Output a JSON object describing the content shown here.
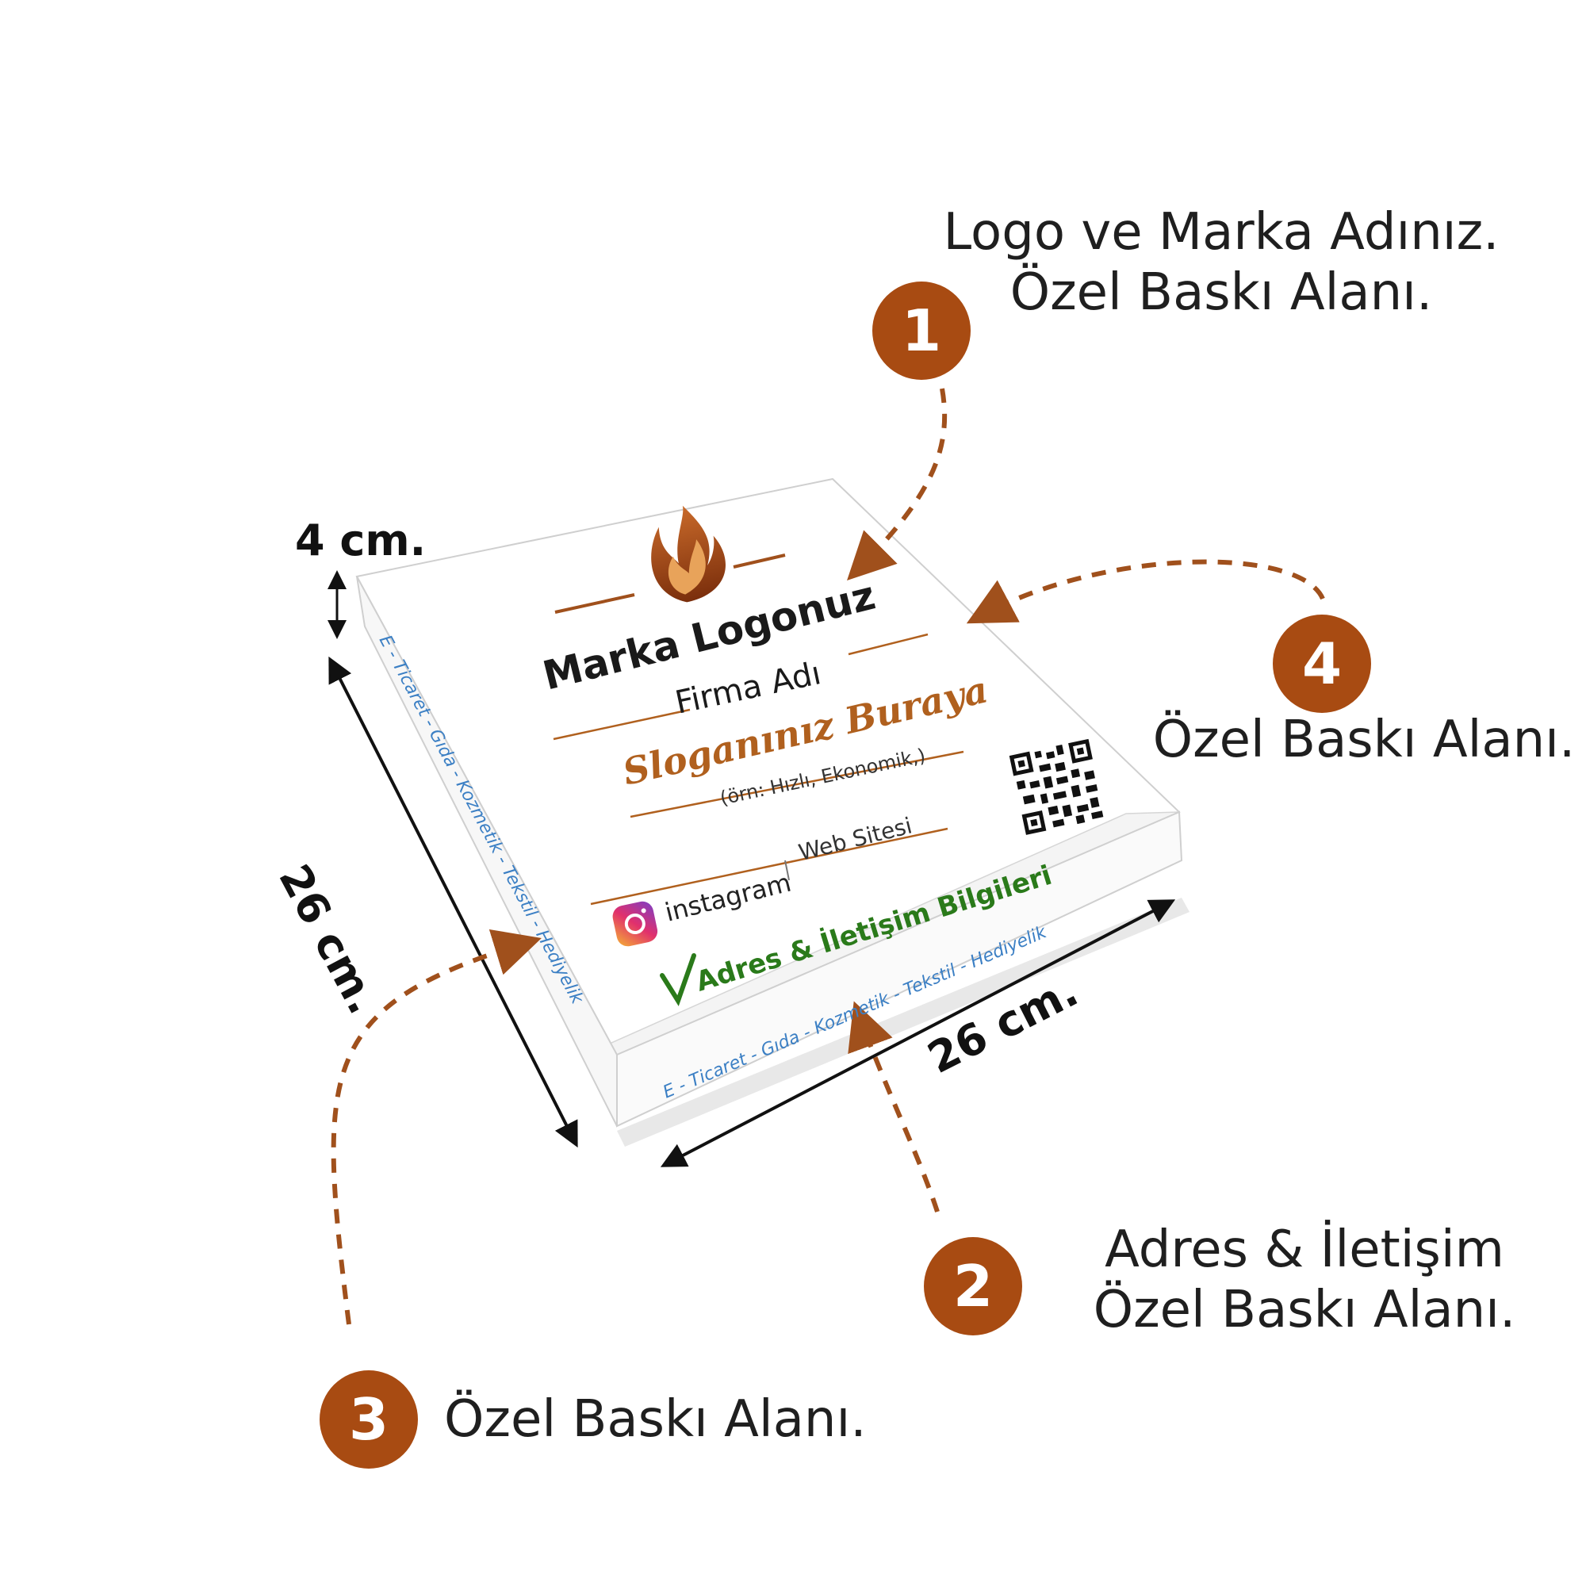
{
  "callouts": {
    "c1": {
      "number": "1",
      "line1": "Logo ve Marka Adınız.",
      "line2": "Özel Baskı Alanı."
    },
    "c2": {
      "number": "2",
      "line1": "Adres & İletişim",
      "line2": "Özel Baskı Alanı."
    },
    "c3": {
      "number": "3",
      "line1": "Özel Baskı Alanı."
    },
    "c4": {
      "number": "4",
      "line1": "Özel Baskı Alanı."
    }
  },
  "dimensions": {
    "height": "4 cm.",
    "depth": "26 cm.",
    "width": "26 cm."
  },
  "box": {
    "logo_text": "Marka Logonuz",
    "company": "Firma Adı",
    "slogan": "Sloganınız Buraya",
    "slogan_example": "(örn: Hızlı, Ekonomik,)",
    "web": "Web Sitesi",
    "instagram": "instagram",
    "contact": "Adres & İletişim Bilgileri",
    "side_front": "E - Ticaret  -  Gıda  -  Kozmetik  -  Tekstil  -  Hediyelik",
    "side_left": "E - Ticaret  -  Gıda  -  Kozmetik  -  Tekstil  -  Hediyelik"
  },
  "colors": {
    "accent": "#a84b12",
    "arrow": "#a0501c",
    "text_orange": "#b0601e",
    "contact_green": "#2a7a1a",
    "side_blue": "#3b7fc4"
  }
}
